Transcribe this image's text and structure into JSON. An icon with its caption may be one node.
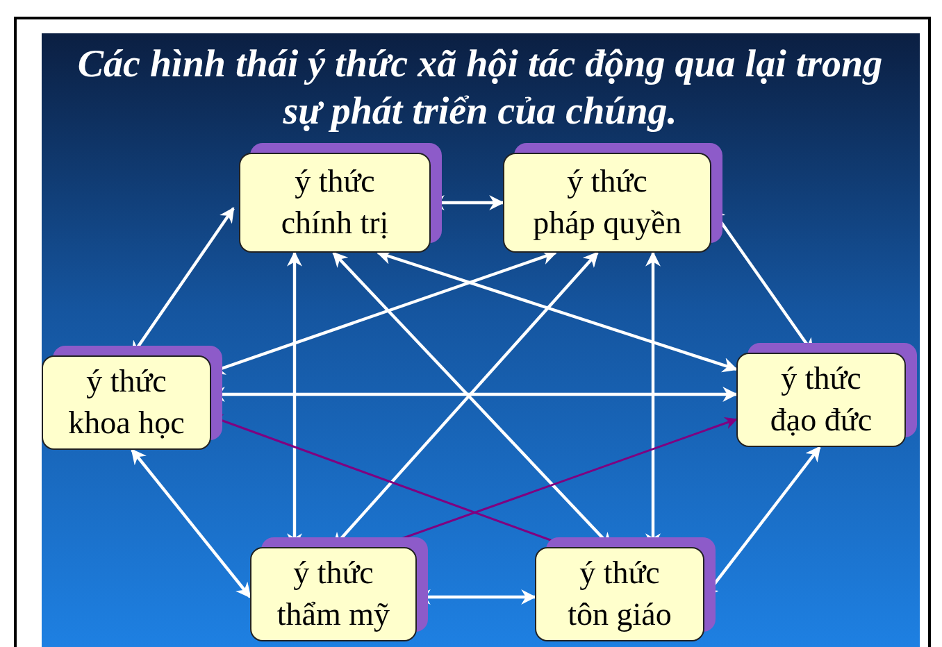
{
  "diagram": {
    "title": "Các hình thái ý thức xã hội tác động qua lại trong sự phát triển của chúng.",
    "nodes": [
      {
        "text": [
          "ý thức chính trị"
        ]
      },
      {
        "text": [
          "ý thức pháp quyền"
        ]
      },
      {
        "text": [
          "ý thức khoa học"
        ]
      },
      {
        "text": [
          "ý thức đạo đức"
        ]
      },
      {
        "text": [
          "ý thức thẩm mỹ"
        ]
      },
      {
        "text": [
          "ý thức tôn giáo"
        ]
      }
    ],
    "edges": [
      {
        "from": 0,
        "to": 1,
        "arrow": "both"
      },
      {
        "from": 0,
        "to": 2,
        "arrow": "both"
      },
      {
        "from": 1,
        "to": 3,
        "arrow": "both"
      },
      {
        "from": 2,
        "to": 4,
        "arrow": "both"
      },
      {
        "from": 4,
        "to": 5,
        "arrow": "both"
      },
      {
        "from": 5,
        "to": 3,
        "arrow": "both"
      },
      {
        "from": 0,
        "to": 4,
        "arrow": "both"
      },
      {
        "from": 0,
        "to": 5,
        "arrow": "both"
      },
      {
        "from": 0,
        "to": 3,
        "arrow": "both"
      },
      {
        "from": 1,
        "to": 2,
        "arrow": "both"
      },
      {
        "from": 1,
        "to": 4,
        "arrow": "both"
      },
      {
        "from": 1,
        "to": 5,
        "arrow": "both"
      },
      {
        "from": 2,
        "to": 3,
        "arrow": "both"
      },
      {
        "from": 2,
        "to": 5,
        "arrow": "both",
        "color": "#800080"
      },
      {
        "from": 4,
        "to": 3,
        "arrow": "both",
        "color": "#800080"
      }
    ]
  }
}
